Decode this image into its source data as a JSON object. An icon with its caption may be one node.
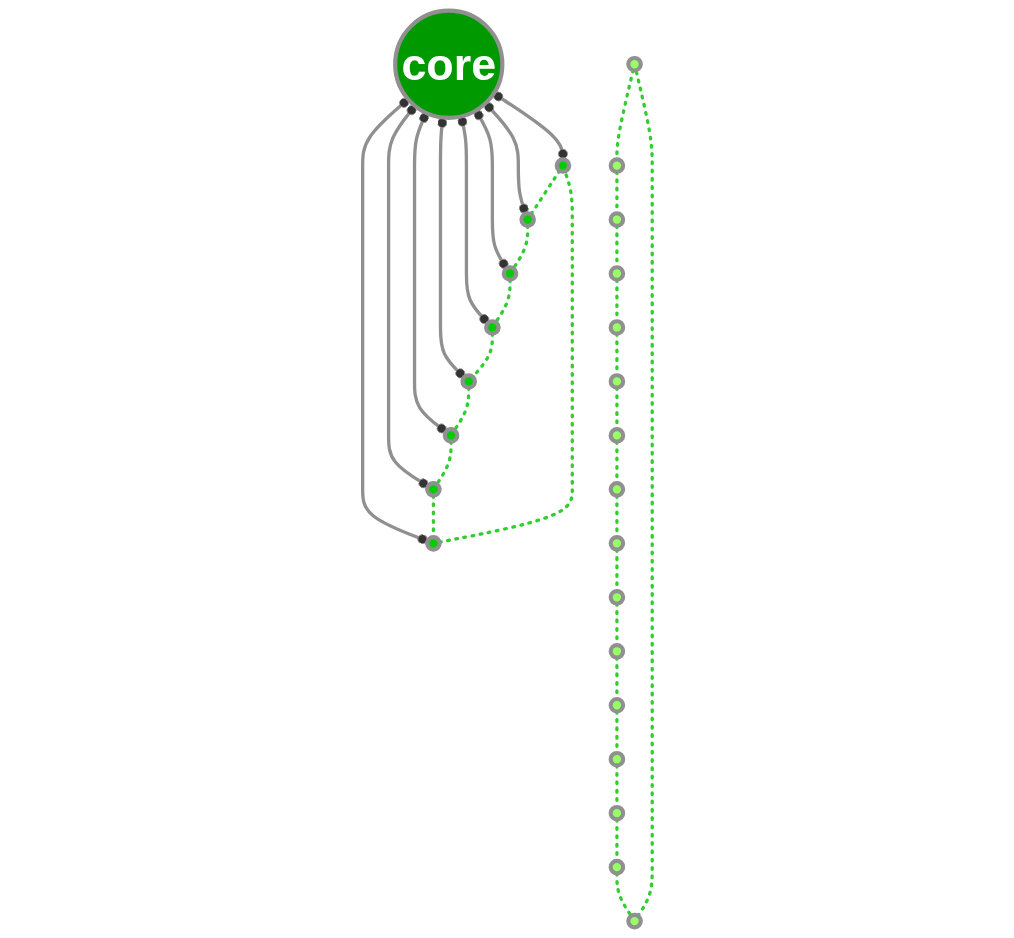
{
  "diagram": {
    "nodes": [
      {
        "text": [
          "core"
        ]
      },
      {
        "text": [],
        "shape": "circle"
      },
      {
        "text": [],
        "shape": "circle"
      },
      {
        "text": [],
        "shape": "circle"
      },
      {
        "text": [],
        "shape": "circle"
      },
      {
        "text": [],
        "shape": "circle"
      },
      {
        "text": [],
        "shape": "circle"
      },
      {
        "text": [],
        "shape": "circle"
      },
      {
        "text": [],
        "shape": "circle"
      },
      {
        "text": [],
        "shape": "circle"
      },
      {
        "text": [],
        "shape": "circle"
      },
      {
        "text": [],
        "shape": "circle"
      },
      {
        "text": [],
        "shape": "circle"
      },
      {
        "text": [],
        "shape": "circle"
      },
      {
        "text": [],
        "shape": "circle"
      },
      {
        "text": [],
        "shape": "circle"
      },
      {
        "text": [],
        "shape": "circle"
      },
      {
        "text": [],
        "shape": "circle"
      },
      {
        "text": [],
        "shape": "circle"
      },
      {
        "text": [],
        "shape": "circle"
      },
      {
        "text": [],
        "shape": "circle"
      },
      {
        "text": [],
        "shape": "circle"
      },
      {
        "text": [],
        "shape": "circle"
      },
      {
        "text": [],
        "shape": "circle"
      },
      {
        "text": [],
        "shape": "circle"
      }
    ],
    "edges": [
      {
        "from": 0,
        "to": 1,
        "arrow": "other",
        "color": "#909090"
      },
      {
        "from": 0,
        "to": 2,
        "arrow": "other",
        "color": "#909090"
      },
      {
        "from": 0,
        "to": 3,
        "arrow": "other",
        "color": "#909090"
      },
      {
        "from": 0,
        "to": 4,
        "arrow": "other",
        "color": "#909090"
      },
      {
        "from": 0,
        "to": 5,
        "arrow": "other",
        "color": "#909090"
      },
      {
        "from": 0,
        "to": 6,
        "arrow": "other",
        "color": "#909090"
      },
      {
        "from": 0,
        "to": 7,
        "arrow": "other",
        "color": "#909090"
      },
      {
        "from": 0,
        "to": 8,
        "arrow": "other",
        "color": "#909090"
      },
      {
        "from": 1,
        "to": 2,
        "arrow": "none",
        "style": "dashed",
        "color": "#33cc33"
      },
      {
        "from": 2,
        "to": 3,
        "arrow": "none",
        "style": "dashed",
        "color": "#33cc33"
      },
      {
        "from": 3,
        "to": 4,
        "arrow": "none",
        "style": "dashed",
        "color": "#33cc33"
      },
      {
        "from": 4,
        "to": 5,
        "arrow": "none",
        "style": "dashed",
        "color": "#33cc33"
      },
      {
        "from": 5,
        "to": 6,
        "arrow": "none",
        "style": "dashed",
        "color": "#33cc33"
      },
      {
        "from": 6,
        "to": 7,
        "arrow": "none",
        "style": "dashed",
        "color": "#33cc33"
      },
      {
        "from": 7,
        "to": 8,
        "arrow": "none",
        "style": "dashed",
        "color": "#33cc33"
      },
      {
        "from": 8,
        "to": 1,
        "arrow": "none",
        "style": "dashed",
        "color": "#33cc33"
      },
      {
        "from": 9,
        "to": 10,
        "arrow": "none",
        "style": "dashed",
        "color": "#33cc33"
      },
      {
        "from": 10,
        "to": 11,
        "arrow": "none",
        "style": "dashed",
        "color": "#33cc33"
      },
      {
        "from": 11,
        "to": 12,
        "arrow": "none",
        "style": "dashed",
        "color": "#33cc33"
      },
      {
        "from": 12,
        "to": 13,
        "arrow": "none",
        "style": "dashed",
        "color": "#33cc33"
      },
      {
        "from": 13,
        "to": 14,
        "arrow": "none",
        "style": "dashed",
        "color": "#33cc33"
      },
      {
        "from": 14,
        "to": 15,
        "arrow": "none",
        "style": "dashed",
        "color": "#33cc33"
      },
      {
        "from": 15,
        "to": 16,
        "arrow": "none",
        "style": "dashed",
        "color": "#33cc33"
      },
      {
        "from": 16,
        "to": 17,
        "arrow": "none",
        "style": "dashed",
        "color": "#33cc33"
      },
      {
        "from": 17,
        "to": 18,
        "arrow": "none",
        "style": "dashed",
        "color": "#33cc33"
      },
      {
        "from": 18,
        "to": 19,
        "arrow": "none",
        "style": "dashed",
        "color": "#33cc33"
      },
      {
        "from": 19,
        "to": 20,
        "arrow": "none",
        "style": "dashed",
        "color": "#33cc33"
      },
      {
        "from": 20,
        "to": 21,
        "arrow": "none",
        "style": "dashed",
        "color": "#33cc33"
      },
      {
        "from": 21,
        "to": 22,
        "arrow": "none",
        "style": "dashed",
        "color": "#33cc33"
      },
      {
        "from": 22,
        "to": 23,
        "arrow": "none",
        "style": "dashed",
        "color": "#33cc33"
      },
      {
        "from": 23,
        "to": 24,
        "arrow": "none",
        "style": "dashed",
        "color": "#33cc33"
      },
      {
        "from": 24,
        "to": 9,
        "arrow": "none",
        "style": "dashed",
        "color": "#33cc33"
      }
    ]
  }
}
